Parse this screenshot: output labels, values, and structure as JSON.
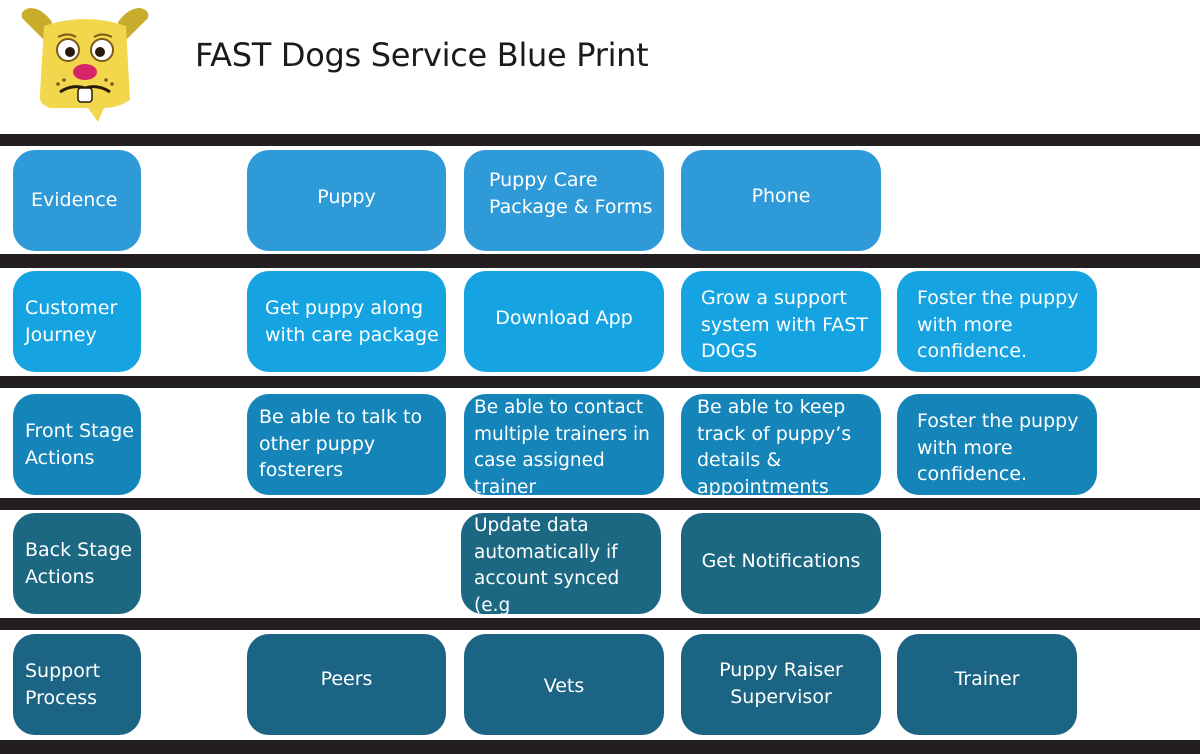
{
  "title": "FAST Dogs Service Blue Print",
  "colors": {
    "band": "#231f20",
    "evidence": "#2f9ad8",
    "customer_journey": "#15a4e1",
    "front_stage": "#1584b9",
    "back_stage": "#1c6883",
    "support": "#1b6483",
    "logo_face": "#f2d64c",
    "logo_ears": "#c8ad2c"
  },
  "rows": [
    {
      "key": "evidence",
      "label": "Evidence",
      "cells": [
        "Puppy",
        "Puppy Care\nPackage & Forms",
        "Phone"
      ]
    },
    {
      "key": "customer_journey",
      "label": "Customer\nJourney",
      "cells": [
        "Get puppy along\nwith care package",
        "Download App",
        "Grow a support\nsystem with FAST\nDOGS",
        "Foster the puppy\nwith more\nconfidence."
      ]
    },
    {
      "key": "front_stage",
      "label": "Front Stage\nActions",
      "cells": [
        "Be able to talk to\nother puppy\nfosterers",
        "Be able to contact\nmultiple trainers in\ncase assigned trainer\nis unavailable",
        "Be able to keep\ntrack of puppy’s\ndetails &\nappointments",
        "Foster the puppy\nwith more\nconfidence."
      ]
    },
    {
      "key": "back_stage",
      "label": "Back Stage\nActions",
      "cells": [
        "Update data\nautomatically if\naccount synced (e.g\nappointments)",
        "Get Notifications"
      ]
    },
    {
      "key": "support",
      "label": "Support\nProcess",
      "cells": [
        "Peers",
        "Vets",
        "Puppy Raiser\nSupervisor",
        "Trainer"
      ]
    }
  ]
}
